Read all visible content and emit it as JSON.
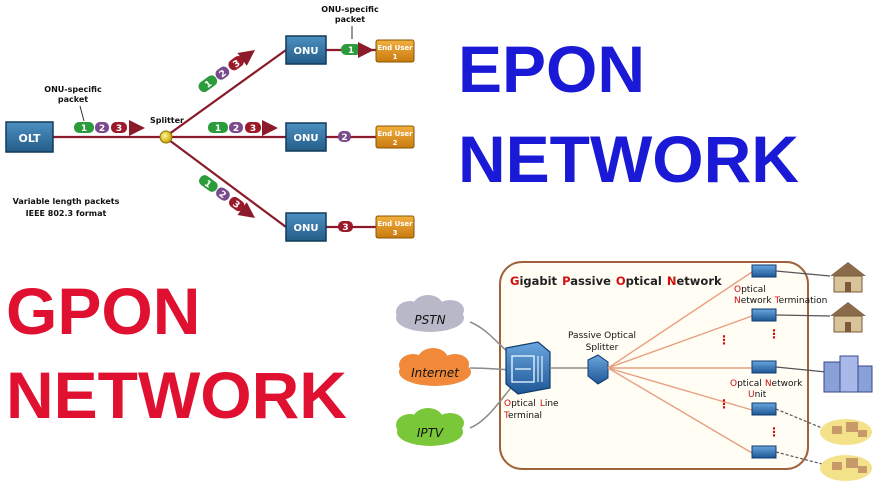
{
  "epon": {
    "title_line1": "EPON",
    "title_line2": "NETWORK",
    "olt_label": "OLT",
    "splitter_label": "Splitter",
    "onu_label": "ONU",
    "onu_packet_label_top": "ONU-specific",
    "onu_packet_label_bottom": "packet",
    "end_user_label": "End User",
    "end_user_numbers": [
      "1",
      "2",
      "3"
    ],
    "packet_numbers": [
      "1",
      "2",
      "3"
    ],
    "note_line1": "Variable length packets",
    "note_line2": "IEEE 802.3 format"
  },
  "gpon": {
    "title_line1": "GPON",
    "title_line2": "NETWORK",
    "sources": [
      "PSTN",
      "Internet",
      "IPTV"
    ],
    "network_title_parts": [
      {
        "initial": "G",
        "rest": "igabit"
      },
      {
        "initial": "P",
        "rest": "assive"
      },
      {
        "initial": "O",
        "rest": "ptical"
      },
      {
        "initial": "N",
        "rest": "etwork"
      }
    ],
    "olt_label_parts": [
      {
        "initial": "O",
        "rest": "ptical"
      },
      {
        "initial": "L",
        "rest": "ine"
      },
      {
        "initial": "T",
        "rest": "erminal"
      }
    ],
    "splitter_line1": "Passive Optical",
    "splitter_line2": "Splitter",
    "ont_label_parts": [
      {
        "initial": "O",
        "rest": "ptical"
      },
      {
        "initial": "N",
        "rest": "etwork"
      },
      {
        "initial": "T",
        "rest": "ermination"
      }
    ],
    "onu_label_parts": [
      {
        "initial": "O",
        "rest": "ptical"
      },
      {
        "initial": "N",
        "rest": "etwork"
      },
      {
        "initial": "U",
        "rest": "nit"
      }
    ]
  },
  "colors": {
    "epon_title": "#1a1ad6",
    "gpon_title": "#e01030",
    "onu_box": "#2d6e9c",
    "end_user_box": "#d98a1a",
    "fiber": "#8b1a2a",
    "packet_green": "#2c9b3c",
    "packet_purple": "#7a4a8c",
    "packet_red": "#9b1a2a",
    "pstn_cloud": "#b8b8c8",
    "internet_cloud": "#f08a3a",
    "iptv_cloud": "#7ac83a",
    "gpon_frame": "#a0623a",
    "initial_red": "#d01010"
  }
}
